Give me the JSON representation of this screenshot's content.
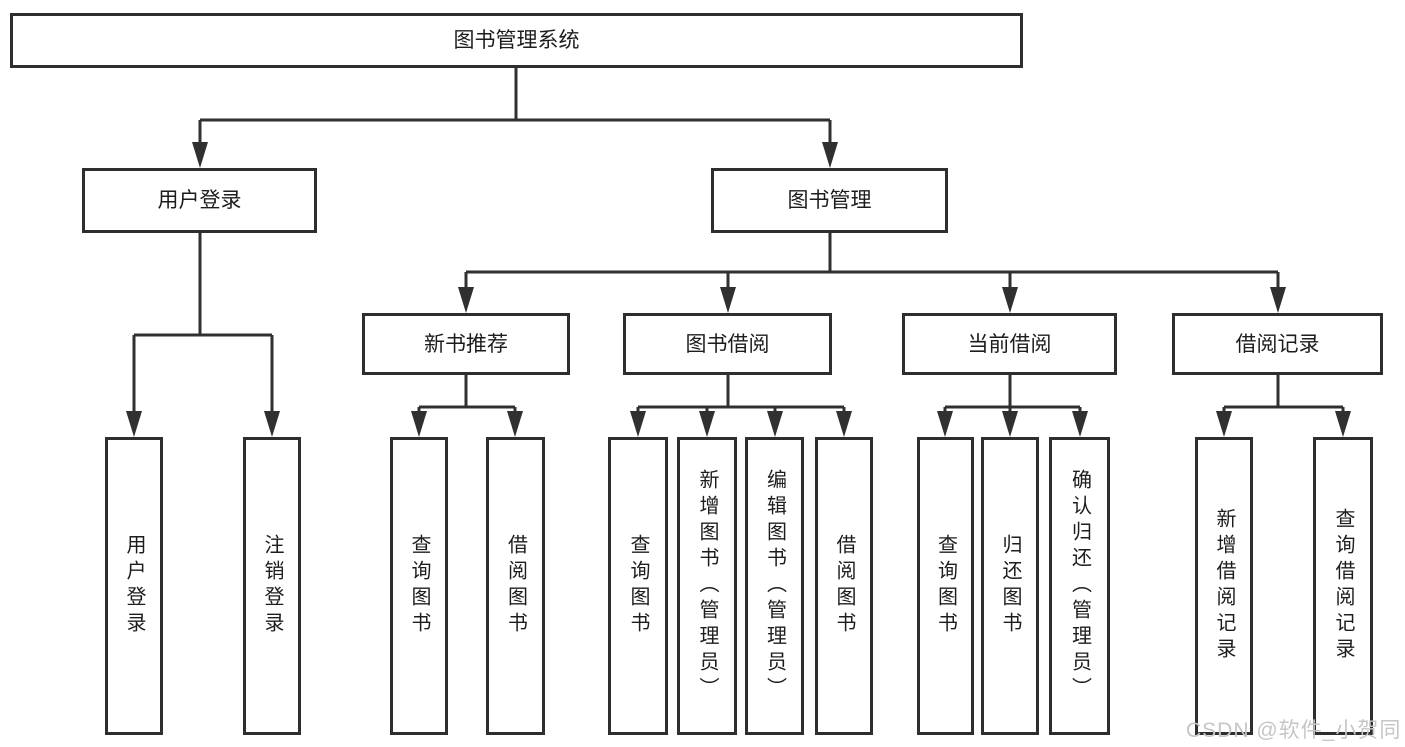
{
  "diagram": {
    "root": {
      "label": "图书管理系统"
    },
    "level2": [
      {
        "label": "用户登录"
      },
      {
        "label": "图书管理"
      }
    ],
    "level3": [
      {
        "label": "新书推荐"
      },
      {
        "label": "图书借阅"
      },
      {
        "label": "当前借阅"
      },
      {
        "label": "借阅记录"
      }
    ],
    "leaves": {
      "user_login": [
        "用户登录",
        "注销登录"
      ],
      "new_book": [
        "查询图书",
        "借阅图书"
      ],
      "borrow": [
        "查询图书",
        "新增图书（管理员）",
        "编辑图书（管理员）",
        "借阅图书"
      ],
      "current": [
        "查询图书",
        "归还图书",
        "确认归还（管理员）"
      ],
      "records": [
        "新增借阅记录",
        "查询借阅记录"
      ]
    }
  },
  "watermark": {
    "text": "CSDN @软件_小贺同学"
  },
  "colors": {
    "line": "#303030",
    "box_border": "#2e2e2e",
    "box_fill": "#ffffff",
    "text": "#1d1d1d",
    "watermark": "#c6c6c6",
    "background": "#ffffff"
  }
}
